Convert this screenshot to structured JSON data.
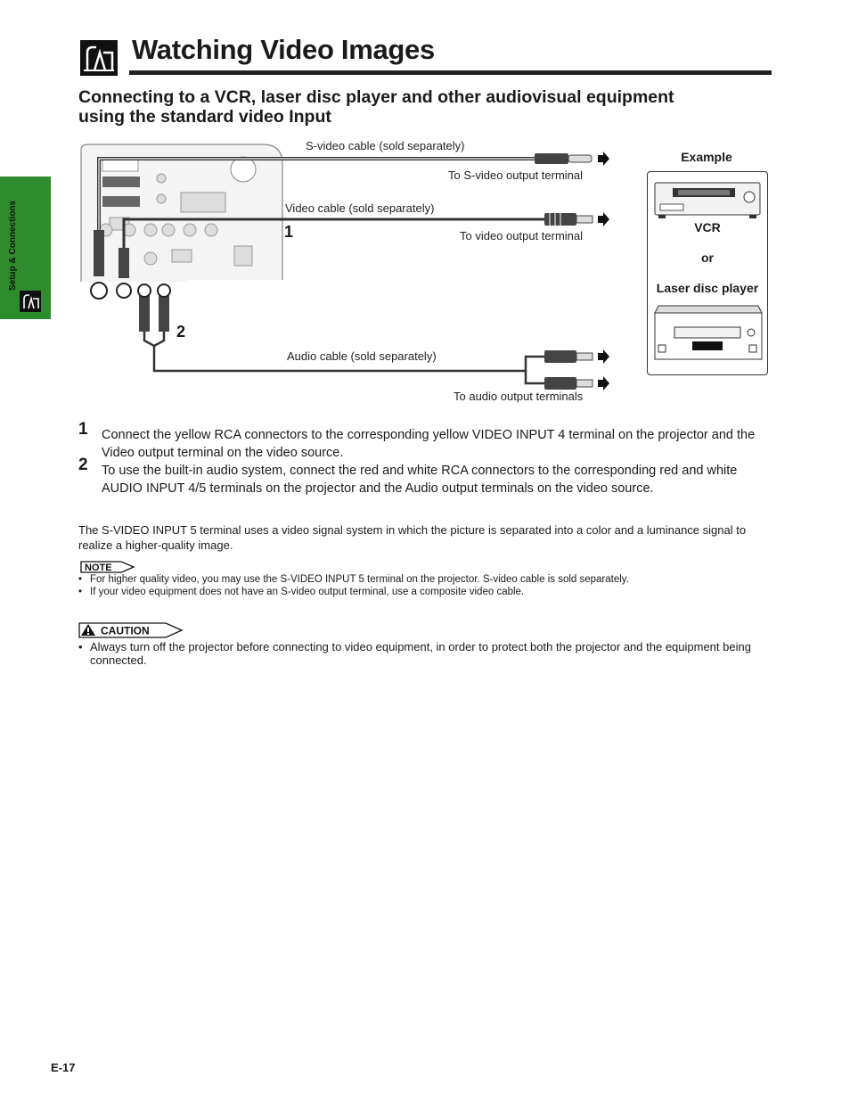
{
  "header": {
    "title": "Watching Video Images",
    "subtitle": "Connecting to a VCR, laser disc player and other audiovisual equipment using the standard video Input"
  },
  "side_tab": {
    "label": "Setup & Connections",
    "color": "#2e8b2e"
  },
  "diagram": {
    "svideo_cable": "S-video cable (sold separately)",
    "svideo_output": "To S-video output terminal",
    "video_cable": "Video cable (sold separately)",
    "video_output": "To video output terminal",
    "audio_cable": "Audio cable (sold separately)",
    "audio_output": "To audio output terminals",
    "marker_1": "1",
    "marker_2": "2",
    "example": {
      "title": "Example",
      "vcr": "VCR",
      "or": "or",
      "laser": "Laser disc player"
    }
  },
  "steps": [
    {
      "num": "1",
      "text": "Connect the yellow RCA connectors to the corresponding yellow VIDEO INPUT 4 terminal on the projector and the Video output terminal on the video source."
    },
    {
      "num": "2",
      "text": "To use the built-in audio system, connect the red and white RCA connectors to the corresponding red and white AUDIO INPUT 4/5 terminals on the projector and the Audio output terminals on the video source."
    }
  ],
  "svideo_note": "The S-VIDEO INPUT 5 terminal uses a video signal system in which the picture is separated into a color and a luminance signal to realize a higher-quality image.",
  "note": {
    "label": "NOTE",
    "bullets": [
      "For higher quality video, you may use the S-VIDEO INPUT 5 terminal on the projector. S-video cable is sold separately.",
      "If your video equipment does not have an S-video output terminal, use a composite video cable."
    ]
  },
  "caution": {
    "label": "CAUTION",
    "bullets": [
      "Always turn off the projector before connecting to video equipment, in order to protect both the projector and the equipment being connected."
    ]
  },
  "footer": {
    "page_number": "E-17"
  }
}
